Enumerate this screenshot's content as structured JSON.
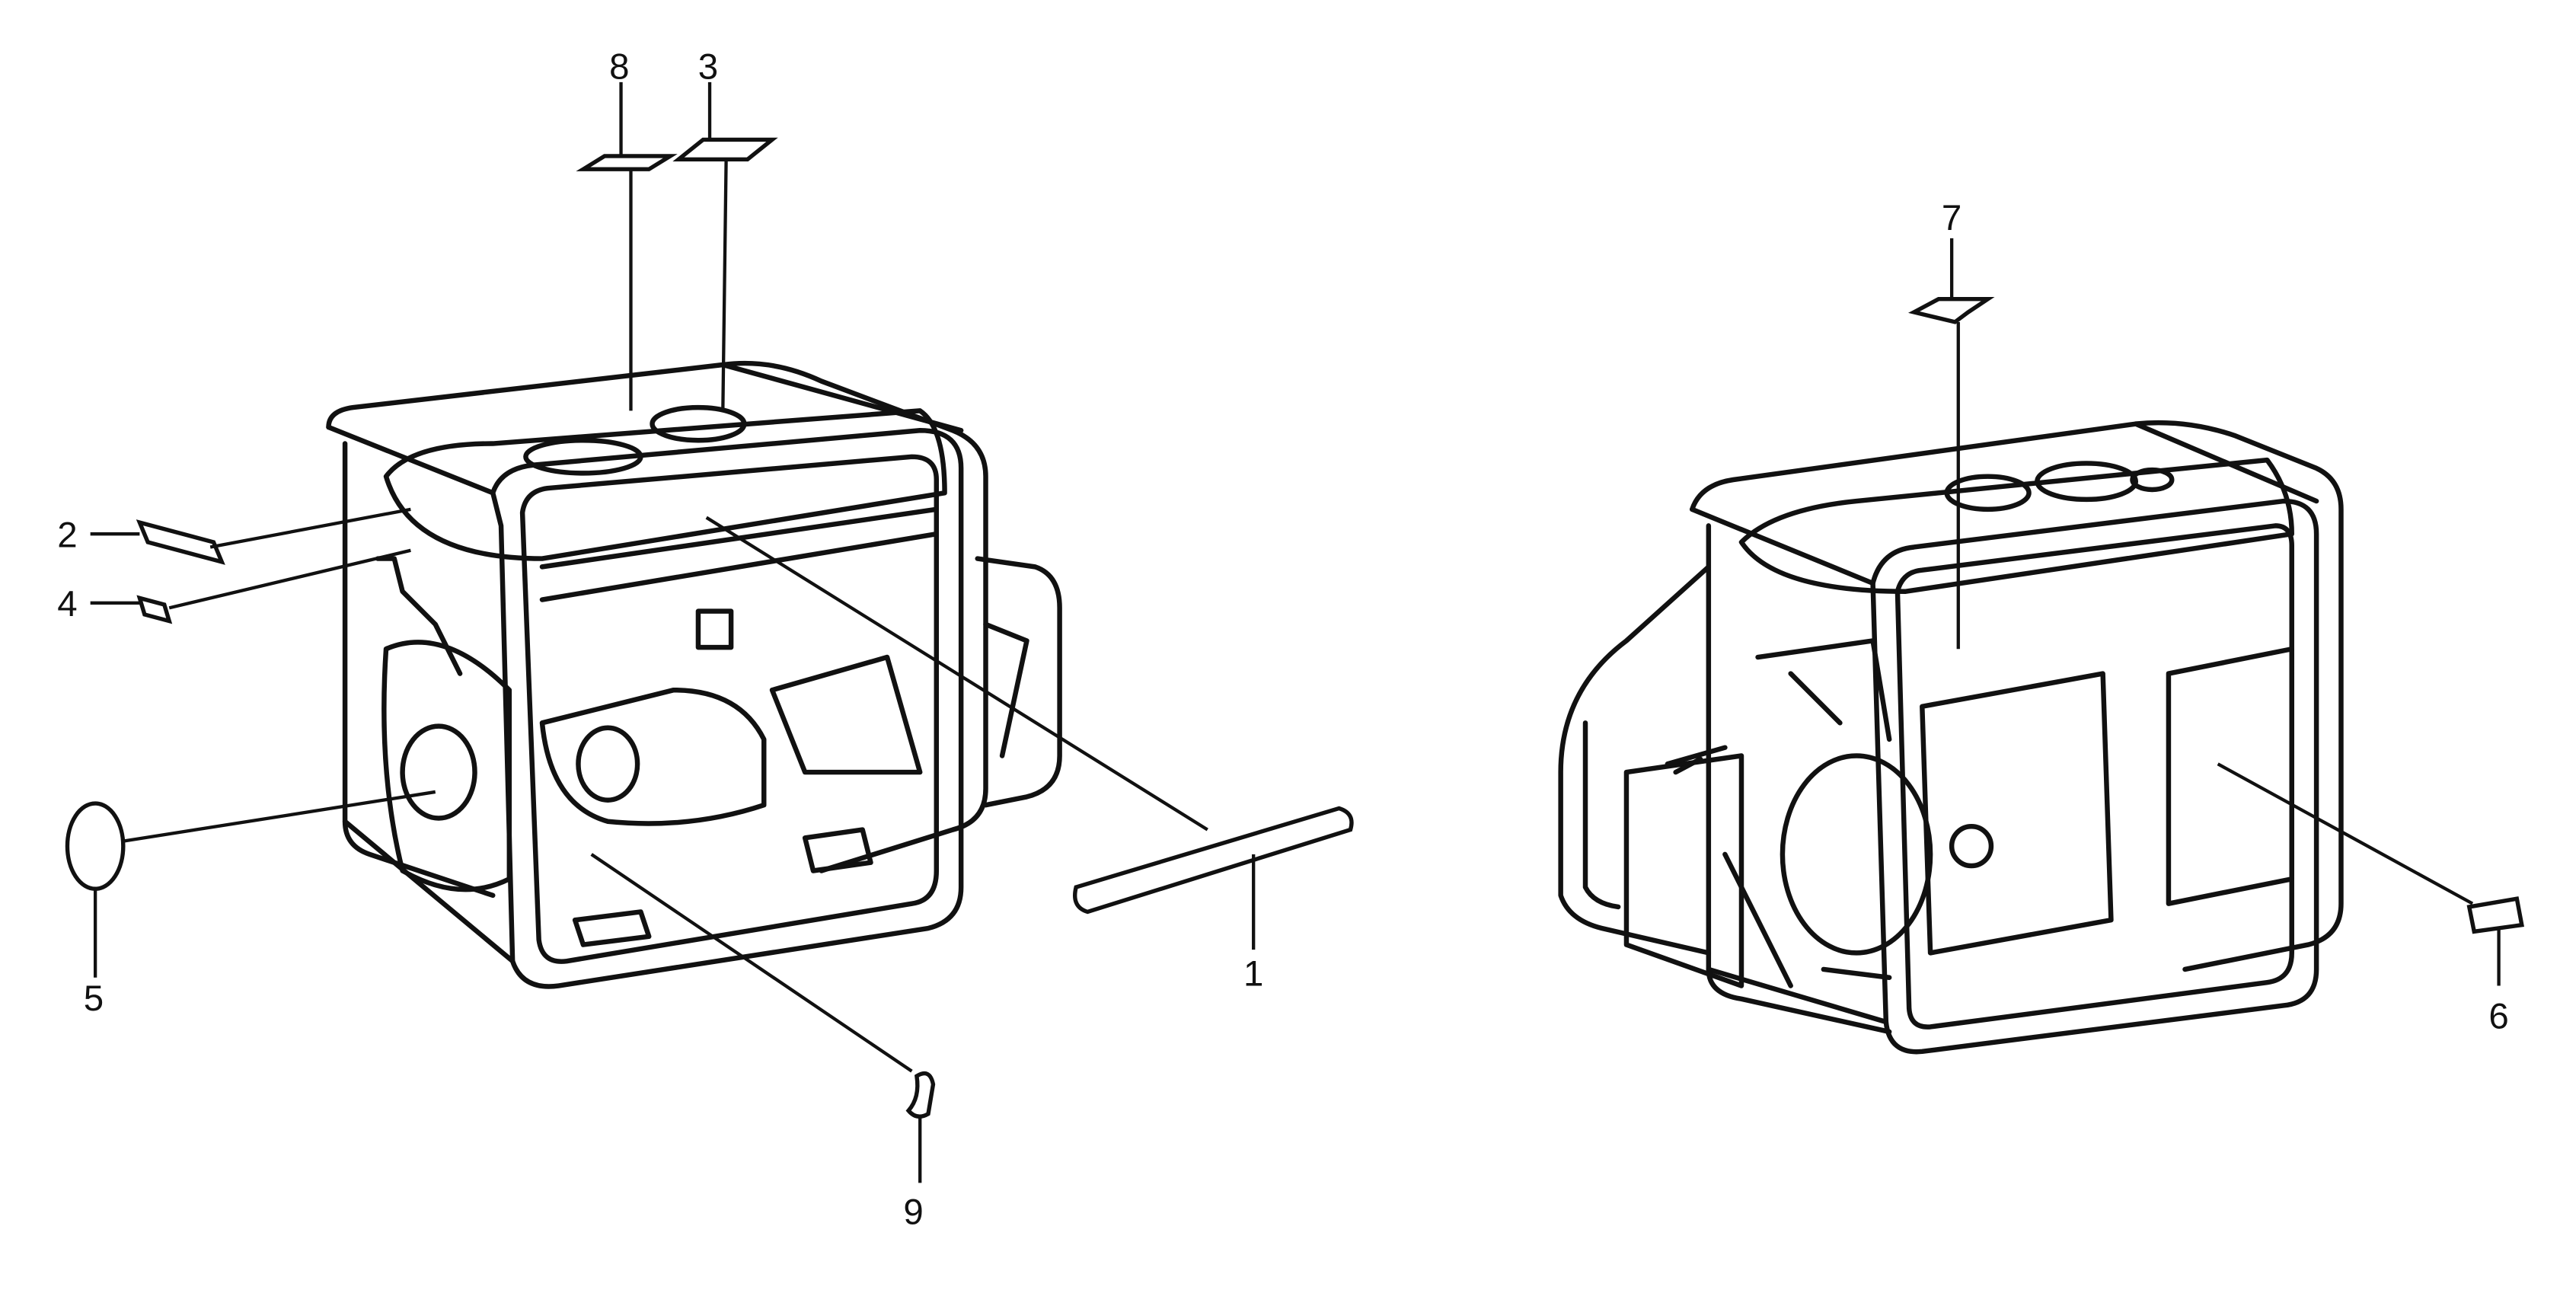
{
  "diagram": {
    "callouts": [
      {
        "id": "1",
        "label": "1",
        "part": "rod-tube"
      },
      {
        "id": "2",
        "label": "2",
        "part": "label-plate"
      },
      {
        "id": "3",
        "label": "3",
        "part": "top-label"
      },
      {
        "id": "4",
        "label": "4",
        "part": "small-label"
      },
      {
        "id": "5",
        "label": "5",
        "part": "round-label"
      },
      {
        "id": "6",
        "label": "6",
        "part": "side-label"
      },
      {
        "id": "7",
        "label": "7",
        "part": "panel-label"
      },
      {
        "id": "8",
        "label": "8",
        "part": "top-label"
      },
      {
        "id": "9",
        "label": "9",
        "part": "clip"
      }
    ]
  }
}
